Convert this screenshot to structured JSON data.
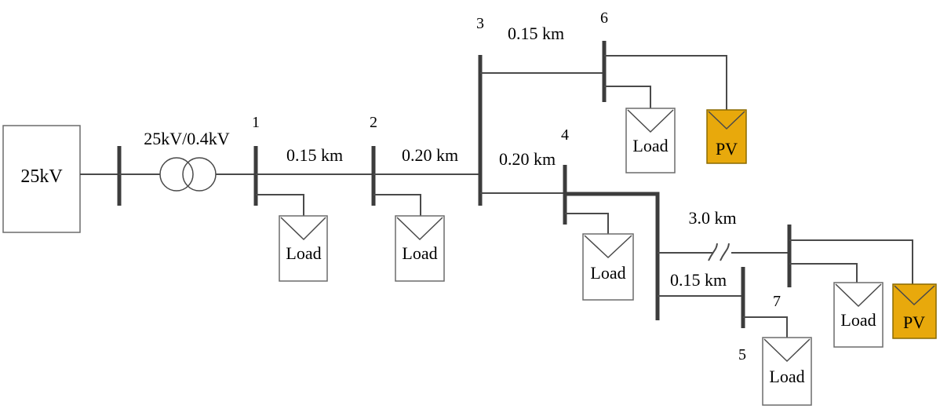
{
  "source": {
    "label": "25kV"
  },
  "transformer": {
    "label": "25kV/0.4kV"
  },
  "buses": {
    "b1": "1",
    "b2": "2",
    "b3": "3",
    "b4": "4",
    "b5": "5",
    "b6": "6",
    "b7": "7"
  },
  "lines": {
    "l1_2": "0.15 km",
    "l2_3": "0.20 km",
    "l3_6": "0.15 km",
    "l3_4": "0.20 km",
    "long": "3.0 km",
    "short": "0.15 km"
  },
  "loads": {
    "load1": "Load",
    "load2": "Load",
    "load3": "Load",
    "load4": "Load",
    "load5": "Load",
    "load6": "Load"
  },
  "pv": {
    "pv1": "PV",
    "pv2": "PV"
  },
  "colors": {
    "pv_fill": "#e8a90c",
    "line": "#4a4a4a",
    "box_border": "#6b6b6b"
  }
}
